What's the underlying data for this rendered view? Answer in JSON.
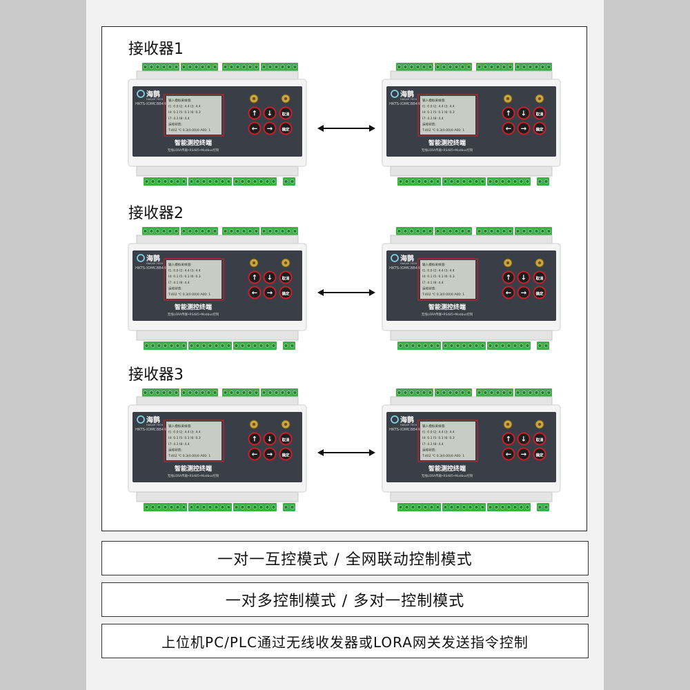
{
  "receivers": [
    {
      "label": "接收器1"
    },
    {
      "label": "接收器2"
    },
    {
      "label": "接收器3"
    }
  ],
  "device": {
    "brand": "海鹊",
    "brand_sub": "HAIQUE TECH",
    "model": "HKTS-IOMC8844",
    "title": "智能测控终端",
    "subtitle": "无线LORA传输•RS485•Modbus控制",
    "screen_lines": [
      "输入模拟采样值:",
      "I1: 0.0  I2: 4.4  I3: 4.4",
      "I4: 0.1  I5: 0.1  I6: 0.3",
      "I7: 4.1  I8: 4.4",
      "运动状态:",
      "T:402 ℃ 0.3(0.00)0 A00: 1"
    ],
    "btn_up": "↑",
    "btn_down": "↓",
    "btn_left": "←",
    "btn_right": "→",
    "btn_cancel": "取消",
    "btn_ok": "确定"
  },
  "modes": [
    "一对一互控模式 / 全网联动控制模式",
    "一对多控制模式 / 多对一控制模式",
    "上位机PC/PLC通过无线收发器或LORA网关发送指令控制"
  ],
  "colors": {
    "panel": "#3a3f47",
    "terminal": "#3fae49",
    "screen": "#c8ccc4",
    "button": "#1d1d1d",
    "button_ring": "#c8202a"
  }
}
